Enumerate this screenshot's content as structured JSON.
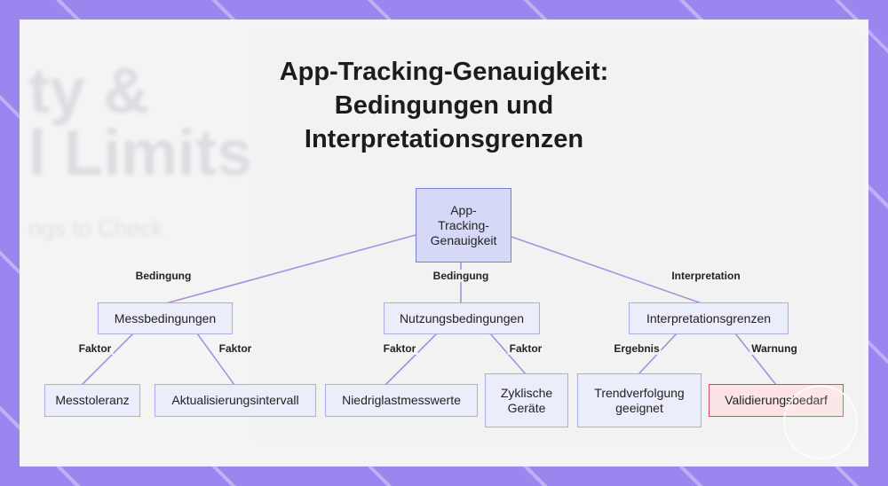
{
  "title": "App-Tracking-Genauigkeit:\nBedingungen und\nInterpretationsgrenzen",
  "background_text": {
    "line1": "ty &",
    "line2": "l Limits",
    "line3": "ngs to Check"
  },
  "nodes": {
    "root": "App-\nTracking-\nGenauigkeit",
    "mess": "Messbedingungen",
    "nutz": "Nutzungsbedingungen",
    "interp": "Interpretationsgrenzen",
    "tol": "Messtoleranz",
    "akt": "Aktualisierungsintervall",
    "niedrig": "Niedriglastmesswerte",
    "zykl": "Zyklische\nGeräte",
    "trend": "Trendverfolgung\ngeeignet",
    "valid": "Validierungsbedarf"
  },
  "edge_labels": {
    "root_mess": "Bedingung",
    "root_nutz": "Bedingung",
    "root_interp": "Interpretation",
    "mess_tol": "Faktor",
    "mess_akt": "Faktor",
    "nutz_niedrig": "Faktor",
    "nutz_zykl": "Faktor",
    "interp_trend": "Ergebnis",
    "interp_valid": "Warnung"
  },
  "colors": {
    "frame": "#9b86f0",
    "node_fill": "#ecedfb",
    "node_border": "#a9aeea",
    "root_fill": "#d6d8f8",
    "warn_fill": "#fbe3e6",
    "warn_border": "#d34a5b",
    "edge": "#a98fdc"
  }
}
